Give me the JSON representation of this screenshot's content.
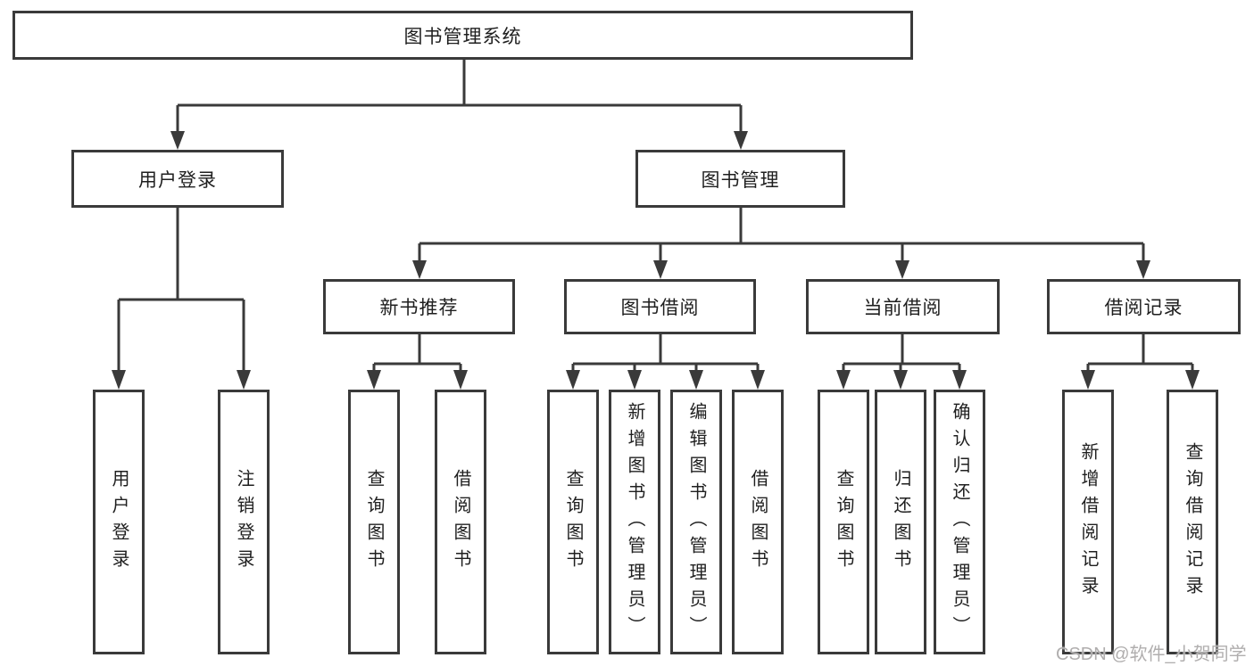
{
  "diagram": {
    "type": "tree",
    "root": {
      "label": "图书管理系统"
    },
    "branches": [
      {
        "label": "用户登录",
        "children": [
          {
            "label": "用户登录"
          },
          {
            "label": "注销登录"
          }
        ]
      },
      {
        "label": "图书管理",
        "children": [
          {
            "label": "新书推荐",
            "children": [
              {
                "label": "查询图书"
              },
              {
                "label": "借阅图书"
              }
            ]
          },
          {
            "label": "图书借阅",
            "children": [
              {
                "label": "查询图书"
              },
              {
                "label": "新增图书（管理员）"
              },
              {
                "label": "编辑图书（管理员）"
              },
              {
                "label": "借阅图书"
              }
            ]
          },
          {
            "label": "当前借阅",
            "children": [
              {
                "label": "查询图书"
              },
              {
                "label": "归还图书"
              },
              {
                "label": "确认归还（管理员）"
              }
            ]
          },
          {
            "label": "借阅记录",
            "children": [
              {
                "label": "新增借阅记录"
              },
              {
                "label": "查询借阅记录"
              }
            ]
          }
        ]
      }
    ]
  },
  "watermark": {
    "text": "CSDN @软件_小贺同学"
  },
  "colors": {
    "line": "#3a3a3a",
    "box_border": "#3a3a3a",
    "box_background": "#ffffff",
    "text": "#1f1f1f",
    "watermark": "#b0aeae",
    "page_background": "#ffffff"
  }
}
